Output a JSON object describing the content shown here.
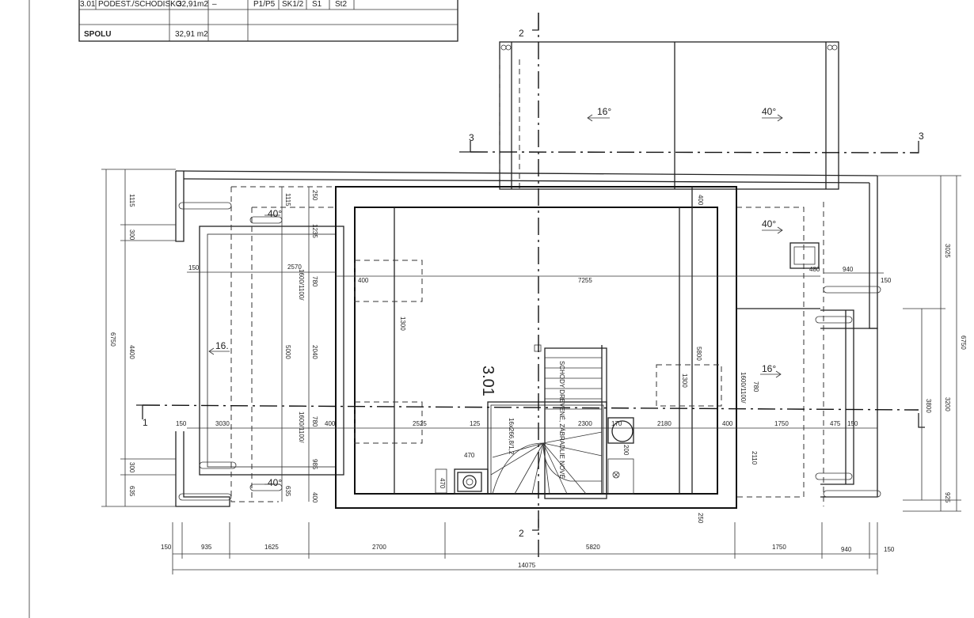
{
  "room_table": {
    "row_number": "3.01",
    "row_name": "PODEST./SCHODISKO",
    "row_area": "32,91m2",
    "row_dash": "–",
    "row_floor": "P1/P5",
    "row_wall": "SK1/2",
    "row_s": "S1",
    "row_ceiling": "St2",
    "total_label": "SPOLU",
    "total_area": "32,91 m2"
  },
  "room_label": "3.01",
  "section_marks": {
    "s1": "1",
    "s2_top": "2",
    "s2_bottom": "2",
    "s3_left": "3",
    "s3_right": "3"
  },
  "roof_slopes": {
    "a": "16°",
    "b": "40°",
    "c": "40°",
    "d": "40°",
    "e": "16.",
    "f": "16°",
    "g": "40°"
  },
  "stair_text": {
    "main": "SCHODY DREVENÉ, ZÁBRADLIE NOVÉ",
    "sub": "16x266,8/1,2"
  },
  "window_labels": {
    "w1": "1600/1100/",
    "w2": "1600/1100/",
    "w3": "1600/1100/"
  },
  "dims": {
    "bottom": [
      "150",
      "935",
      "1625",
      "2700",
      "5820",
      "1750",
      "940",
      "150"
    ],
    "overall": "14075",
    "left_outer": "6750",
    "left_inner": [
      "1115",
      "300",
      "4400",
      "300",
      "635"
    ],
    "right_outer": "6750",
    "right_inner": [
      "3025",
      "3200",
      "3800",
      "925"
    ],
    "misc": [
      "1115",
      "250",
      "1235",
      "780",
      "2040",
      "780",
      "985",
      "400",
      "5000",
      "635",
      "400",
      "2570",
      "150",
      "3030",
      "150",
      "400",
      "7255",
      "1300",
      "2525",
      "125",
      "2300",
      "170",
      "200",
      "2180",
      "400",
      "1750",
      "475",
      "150",
      "150",
      "940",
      "480",
      "400",
      "5800",
      "1300",
      "780",
      "2110",
      "470",
      "470",
      "250"
    ]
  }
}
